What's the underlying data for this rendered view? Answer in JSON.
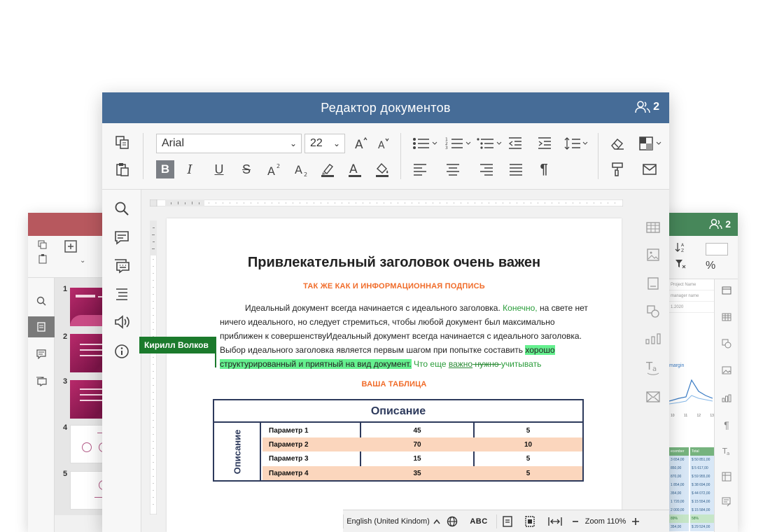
{
  "main_window": {
    "title": "Редактор документов",
    "users_count": "2",
    "accent": "#466c97"
  },
  "toolbar": {
    "font_family": "Arial",
    "font_size": "22"
  },
  "user_tag": {
    "name": "Кирилл Волков",
    "color": "#1b7a2c"
  },
  "document": {
    "title": "Привлекательный заголовок очень важен",
    "subtitle": "ТАК ЖЕ КАК И ИНФОРМАЦИОННАЯ ПОДПИСЬ",
    "para1_a": "Идеальный документ всегда начинается с идеального заголовка. ",
    "para1_b": "Конечно,",
    "para1_c": " на свете нет ничего идеального, но следует стремиться, чтобы любой документ был максимально приближен к совершенству",
    "para2_a": "Идеальный документ",
    "para2_b": " всегда начинается с идеального заголовка. Выбор идеального заголовка является первым шагом при попытке составить ",
    "para2_hl": "хорошо структурированный и приятный на вид документ.",
    "para2_c": " Что еще ",
    "para2_under": "важно",
    "para2_strike": " нужно ",
    "para2_d": "учитывать",
    "table_heading": "ВАША ТАБЛИЦА",
    "table": {
      "header": "Описание",
      "vertical_label": "Описание",
      "rows": [
        {
          "name": "Параметр 1",
          "a": "45",
          "b": "5"
        },
        {
          "name": "Параметр 2",
          "a": "70",
          "b": "10"
        },
        {
          "name": "Параметр 3",
          "a": "15",
          "b": "5"
        },
        {
          "name": "Параметр 4",
          "a": "35",
          "b": "5"
        }
      ]
    }
  },
  "statusbar": {
    "language": "English (United Kindom)",
    "spell_label": "ABC",
    "zoom": "Zoom 110%"
  },
  "left_window": {
    "accent": "#b7585e",
    "slide_numbers": [
      "1",
      "2",
      "3",
      "4",
      "5"
    ]
  },
  "right_window": {
    "accent": "#47875a",
    "users_count": "2",
    "percent_label": "%",
    "sheet_rows": [
      "Project Name",
      "manager name",
      "1.2020"
    ],
    "chart_label": "margin",
    "chart_axis": [
      "10",
      "11",
      "12",
      "13"
    ],
    "grid_header": [
      "ecember",
      "Total"
    ],
    "grid": [
      [
        "3 654,00",
        "$ 50 851,00"
      ],
      [
        "850,00",
        "$ 5 617,00"
      ],
      [
        "870,00",
        "$ 59 955,00"
      ],
      [
        "1 854,00",
        "$ 38 694,00"
      ],
      [
        "354,00",
        "$ 44 072,00"
      ],
      [
        "1 720,00",
        "$ 15 554,00"
      ],
      [
        "2 000,00",
        "$ 15 584,00"
      ],
      [
        "89%",
        "58%"
      ],
      [
        "354,00",
        "$ 29 524,00"
      ]
    ]
  }
}
